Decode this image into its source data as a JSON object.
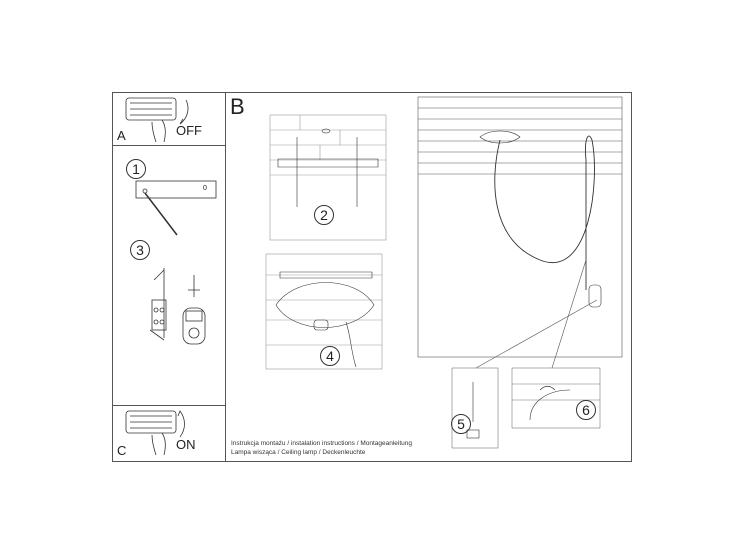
{
  "panels": {
    "a": {
      "letter": "A",
      "state": "OFF"
    },
    "b": {
      "letter": "B"
    },
    "c": {
      "letter": "C",
      "state": "ON"
    }
  },
  "steps": [
    "1",
    "2",
    "3",
    "4",
    "5",
    "6"
  ],
  "step1_marker": "0",
  "footer": {
    "line1": "Instrukcja montażu / instalation instructions / Montageanleitung",
    "line2": "Lampa wisząca / Ceiling lamp / Deckenleuchte"
  }
}
